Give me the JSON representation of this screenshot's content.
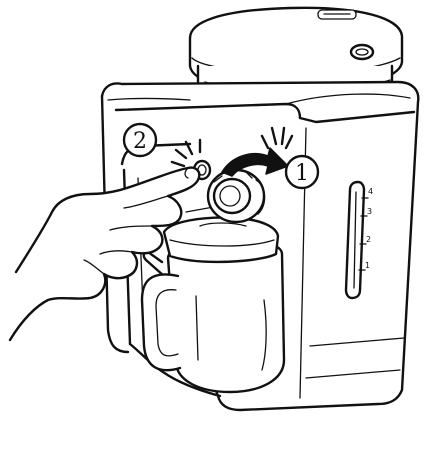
{
  "steps": {
    "step_1": "1",
    "step_2": "2"
  },
  "water_scale": {
    "marks": [
      "4",
      "3",
      "2",
      "1"
    ]
  },
  "colors": {
    "ink": "#111111",
    "paper": "#ffffff"
  },
  "icons": {
    "press": "press-burst-icon",
    "rotate": "rotate-arrow-icon"
  }
}
